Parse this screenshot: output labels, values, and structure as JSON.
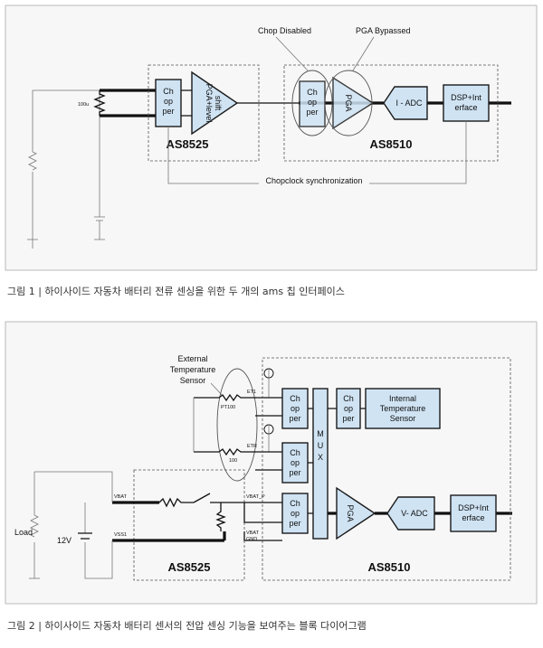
{
  "fig1": {
    "shunt": "100u",
    "chopper_l1": "Ch",
    "chopper_l2": "op",
    "chopper_l3": "per",
    "pga_shift_l1": "PGA+level",
    "pga_shift_l2": "shift",
    "chip_left": "AS8525",
    "chip_right": "AS8510",
    "pga": "PGA",
    "adc": "I - ADC",
    "dsp_l1": "DSP+Int",
    "dsp_l2": "erface",
    "chop_disabled": "Chop Disabled",
    "pga_bypassed": "PGA Bypassed",
    "sync": "Chopclock synchronization",
    "caption": "그림 1 | 하이사이드 자동차 배터리 전류 센싱을 위한 두 개의 ams 칩 인터페이스"
  },
  "fig2": {
    "ext_l1": "External",
    "ext_l2": "Temperature",
    "ext_l3": "Sensor",
    "pt100": "PT100",
    "r100": "100",
    "et1": "ET1",
    "etr": "ETR",
    "chopper_l1": "Ch",
    "chopper_l2": "op",
    "chopper_l3": "per",
    "mux_m": "M",
    "mux_u": "U",
    "mux_x": "X",
    "int_l1": "Internal",
    "int_l2": "Temperature",
    "int_l3": "Sensor",
    "pga": "PGA",
    "adc": "V- ADC",
    "dsp_l1": "DSP+Int",
    "dsp_l2": "erface",
    "chip_left": "AS8525",
    "chip_right": "AS8510",
    "vbat": "VBAT",
    "vss": "VSS1",
    "vbat_p": "VBAT_P",
    "vbat_gnd_l1": "VBAT",
    "vbat_gnd_l2": "GND",
    "load": "Load",
    "v12": "12V",
    "caption": "그림 2 | 하이사이드 자동차 배터리 센서의 전압 센싱 기능을 보여주는 블록 다이어그램"
  }
}
